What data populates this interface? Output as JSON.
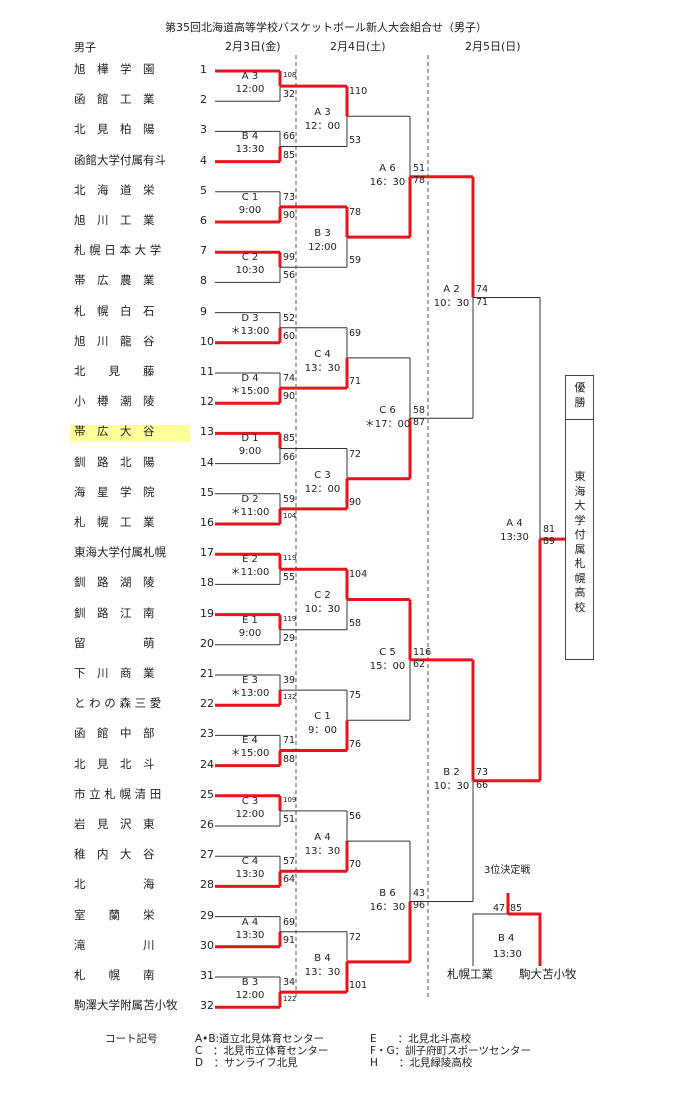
{
  "title": "第35回北海道高等学校バスケットボール新人大会組合せ（男子）",
  "gender_label": "男子",
  "dates": [
    "2月3日(金)",
    "2月4日(土)",
    "2月5日(日)"
  ],
  "teams": [
    {
      "seed": "1",
      "name": "旭　樺　学　園"
    },
    {
      "seed": "2",
      "name": "函　館　工　業"
    },
    {
      "seed": "3",
      "name": "北　見　柏　陽"
    },
    {
      "seed": "4",
      "name": "函館大学付属有斗"
    },
    {
      "seed": "5",
      "name": "北　海　道　栄"
    },
    {
      "seed": "6",
      "name": "旭　川　工　業"
    },
    {
      "seed": "7",
      "name": "札 幌 日 本 大 学"
    },
    {
      "seed": "8",
      "name": "帯　広　農　業"
    },
    {
      "seed": "9",
      "name": "札　幌　白　石"
    },
    {
      "seed": "10",
      "name": "旭　川　龍　谷"
    },
    {
      "seed": "11",
      "name": "北　　見　　藤"
    },
    {
      "seed": "12",
      "name": "小　樽　潮　陵"
    },
    {
      "seed": "13",
      "name": "帯　広　大　谷"
    },
    {
      "seed": "14",
      "name": "釧　路　北　陽"
    },
    {
      "seed": "15",
      "name": "海　星　学　院"
    },
    {
      "seed": "16",
      "name": "札　幌　工　業"
    },
    {
      "seed": "17",
      "name": "東海大学付属札幌"
    },
    {
      "seed": "18",
      "name": "釧　路　湖　陵"
    },
    {
      "seed": "19",
      "name": "釧　路　江　南"
    },
    {
      "seed": "20",
      "name": "留　　　　　萌"
    },
    {
      "seed": "21",
      "name": "下　川　商　業"
    },
    {
      "seed": "22",
      "name": "と わ の 森 三 愛"
    },
    {
      "seed": "23",
      "name": "函　館　中　部"
    },
    {
      "seed": "24",
      "name": "北　見　北　斗"
    },
    {
      "seed": "25",
      "name": "市 立 札 幌 清 田"
    },
    {
      "seed": "26",
      "name": "岩　見　沢　東"
    },
    {
      "seed": "27",
      "name": "稚　内　大　谷"
    },
    {
      "seed": "28",
      "name": "北　　　　　海"
    },
    {
      "seed": "29",
      "name": "室　　蘭　　栄"
    },
    {
      "seed": "30",
      "name": "滝　　　　　川"
    },
    {
      "seed": "31",
      "name": "札　　幌　　南"
    },
    {
      "seed": "32",
      "name": "駒澤大学附属苫小牧"
    }
  ],
  "round1": [
    {
      "court": "A 3",
      "time": "12:00",
      "scores": [
        "108",
        "32"
      ]
    },
    {
      "court": "B 4",
      "time": "13:30",
      "scores": [
        "66",
        "85"
      ]
    },
    {
      "court": "C 1",
      "time": "9:00",
      "scores": [
        "73",
        "90"
      ]
    },
    {
      "court": "C 2",
      "time": "10:30",
      "scores": [
        "99",
        "56"
      ]
    },
    {
      "court": "D 3",
      "time": "＊13:00",
      "scores": [
        "52",
        "60"
      ]
    },
    {
      "court": "D 4",
      "time": "＊15:00",
      "scores": [
        "74",
        "90"
      ]
    },
    {
      "court": "D 1",
      "time": "9:00",
      "scores": [
        "85",
        "66"
      ]
    },
    {
      "court": "D 2",
      "time": "＊11:00",
      "scores": [
        "59",
        "104"
      ]
    },
    {
      "court": "E 2",
      "time": "＊11:00",
      "scores": [
        "119",
        "55"
      ]
    },
    {
      "court": "E 1",
      "time": "9:00",
      "scores": [
        "119",
        "29"
      ]
    },
    {
      "court": "E 3",
      "time": "＊13:00",
      "scores": [
        "39",
        "132"
      ]
    },
    {
      "court": "E 4",
      "time": "＊15:00",
      "scores": [
        "71",
        "88"
      ]
    },
    {
      "court": "C 3",
      "time": "12:00",
      "scores": [
        "109",
        "51"
      ]
    },
    {
      "court": "C 4",
      "time": "13:30",
      "scores": [
        "57",
        "64"
      ]
    },
    {
      "court": "A 4",
      "time": "13:30",
      "scores": [
        "69",
        "91"
      ]
    },
    {
      "court": "B 3",
      "time": "12:00",
      "scores": [
        "34",
        "122"
      ]
    }
  ],
  "round2": [
    {
      "court": "A 3",
      "time": "12：00",
      "scores": [
        "110",
        "53"
      ]
    },
    {
      "court": "B 3",
      "time": "12:00",
      "scores": [
        "78",
        "59"
      ]
    },
    {
      "court": "C 4",
      "time": "13：30",
      "scores": [
        "69",
        "71"
      ]
    },
    {
      "court": "C 3",
      "time": "12：00",
      "scores": [
        "72",
        "90"
      ]
    },
    {
      "court": "C 2",
      "time": "10：30",
      "scores": [
        "104",
        "58"
      ]
    },
    {
      "court": "C 1",
      "time": "9：00",
      "scores": [
        "75",
        "76"
      ]
    },
    {
      "court": "A 4",
      "time": "13：30",
      "scores": [
        "56",
        "70"
      ]
    },
    {
      "court": "B 4",
      "time": "13：30",
      "scores": [
        "72",
        "101"
      ]
    }
  ],
  "round3": [
    {
      "court": "A 6",
      "time": "16：30",
      "scores": [
        "51",
        "78"
      ]
    },
    {
      "court": "C 6",
      "time": "＊17：00",
      "scores": [
        "58",
        "87"
      ]
    },
    {
      "court": "C 5",
      "time": "15：00",
      "scores": [
        "116",
        "62"
      ]
    },
    {
      "court": "B 6",
      "time": "16：30",
      "scores": [
        "43",
        "96"
      ]
    }
  ],
  "semis": [
    {
      "court": "A 2",
      "time": "10：30",
      "scores": [
        "74",
        "71"
      ]
    },
    {
      "court": "B 2",
      "time": "10：30",
      "scores": [
        "73",
        "66"
      ]
    }
  ],
  "final": {
    "court": "A 4",
    "time": "13:30",
    "scores": [
      "81",
      "89"
    ]
  },
  "champion_label": "優勝",
  "champion": "東海大学付属札幌高校",
  "third_place": {
    "label": "3位決定戦",
    "court": "B 4",
    "time": "13:30",
    "scores": [
      "47",
      "85"
    ],
    "teams": [
      "札幌工業",
      "駒大苫小牧"
    ]
  },
  "legend": {
    "title": "コート記号",
    "entries": [
      "A•B:道立北見体育センター",
      "C　：北見市立体育センター",
      "D　：サンライフ北見",
      "E　　：北見北斗高校",
      "F・G：訓子府町スポーツセンター",
      "H　　：北見緑陵高校"
    ]
  },
  "colors": {
    "win": "#e8141b",
    "line": "#333333",
    "highlight": "#ffff99"
  }
}
